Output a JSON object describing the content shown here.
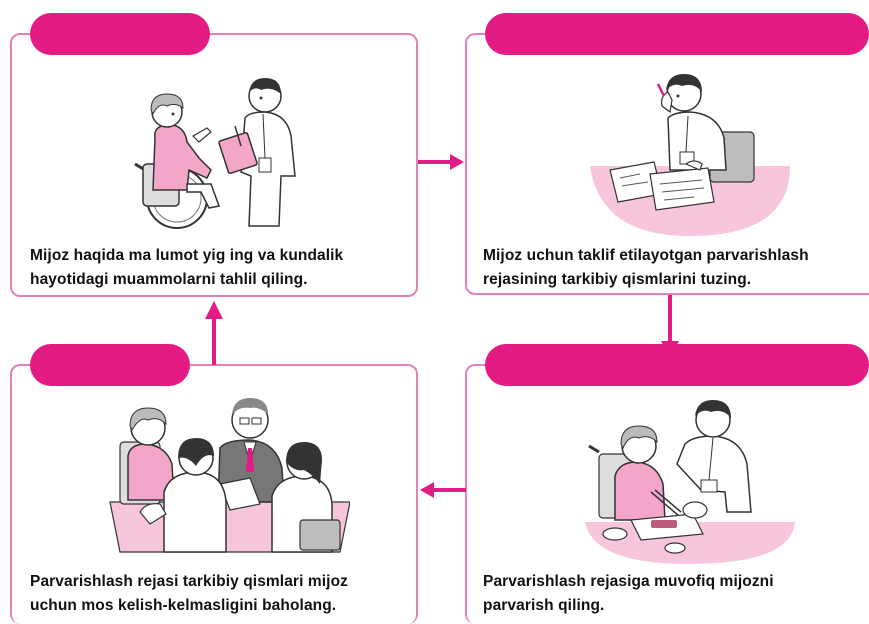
{
  "steps": [
    {
      "caption_line1": "Mijoz haqida ma lumot yig ing va kundalik",
      "caption_line2": "hayotidagi muammolarni tahlil qiling.",
      "illustration": "caregiver-interviewing-client-in-wheelchair"
    },
    {
      "caption_line1": "Mijoz uchun taklif etilayotgan parvarishlash",
      "caption_line2": "rejasining tarkibiy qismlarini tuzing.",
      "illustration": "caregiver-writing-plan-at-desk"
    },
    {
      "caption_line1": "Parvarishlash rejasi tarkibiy qismlari mijoz",
      "caption_line2": "uchun mos kelish-kelmasligini baholang.",
      "illustration": "team-meeting-with-client"
    },
    {
      "caption_line1": "Parvarishlash rejasiga muvofiq mijozni",
      "caption_line2": "parvarish qiling.",
      "illustration": "caregiver-helping-client-eat"
    }
  ],
  "colors": {
    "accent": "#e51b85",
    "border": "#e582b4",
    "fill_light": "#f7c6dd",
    "text": "#111111"
  }
}
